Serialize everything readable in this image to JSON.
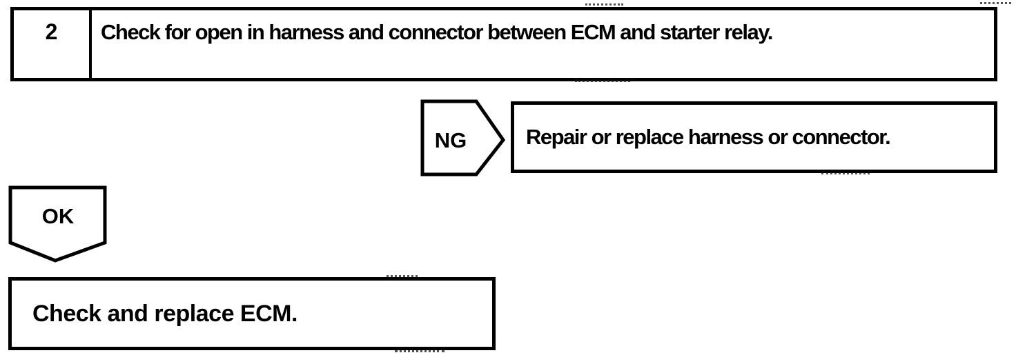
{
  "colors": {
    "ink": "#000000",
    "paper": "#ffffff"
  },
  "step_box": {
    "number": "2",
    "instruction": "Check for open in harness and connector between ECM and starter relay."
  },
  "ng_branch": {
    "label": "NG",
    "result": "Repair or replace harness or connector."
  },
  "ok_branch": {
    "label": "OK",
    "result": "Check and replace ECM."
  }
}
